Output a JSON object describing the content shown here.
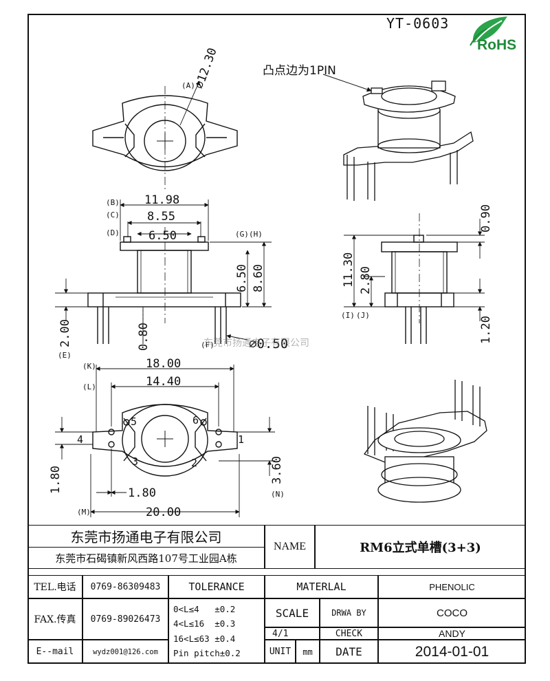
{
  "header": {
    "part_code": "YT-0603",
    "logo_text": "RoHS",
    "pin_note": "凸点边为1PIN",
    "watermark": "东莞市扬通电子有限公司"
  },
  "drawing": {
    "dims": {
      "a": "⌀12.30",
      "b": "11.98",
      "c": "8.55",
      "d": "6.50",
      "g": "6.50",
      "h": "8.60",
      "e": "2.00",
      "f": "0.80",
      "pin_dia": "⌀0.50",
      "k": "18.00",
      "l": "14.40",
      "m": "20.00",
      "n": "3.60",
      "o": "1.80",
      "p": "1.80",
      "side_top": "0.90",
      "side_total": "11.30",
      "side_mid": "2.80",
      "side_bottom": "1.20"
    },
    "letters": {
      "a": "(A)",
      "b": "(B)",
      "c": "(C)",
      "d": "(D)",
      "e": "(E)",
      "f": "(F)",
      "g": "(G)",
      "h": "(H)",
      "i": "(I)",
      "j": "(J)",
      "k": "(K)",
      "l": "(L)",
      "m": "(M)",
      "n": "(N)"
    },
    "pin_numbers": [
      "1",
      "2",
      "3",
      "4",
      "5",
      "6"
    ]
  },
  "title_block": {
    "company_name": "东莞市扬通电子有限公司",
    "company_address": "东莞市石碣镇新风西路107号工业园A栋",
    "name_label": "NAME",
    "name_value": "RM6立式单槽(3+3)",
    "tel_label": "TEL.电话",
    "tel_value": "0769-86309483",
    "fax_label": "FAX.传真",
    "fax_value": "0769-89026473",
    "email_label": "E--mail",
    "email_value": "wydz001@126.com",
    "tolerance_label": "TOLERANCE",
    "tolerance_rows": [
      "0<L≤4   ±0.2",
      "4<L≤16  ±0.3",
      "16<L≤63 ±0.4",
      "Pin pitch±0.2"
    ],
    "material_label": "MATERLAL",
    "material_value": "PHENOLIC",
    "scale_label": "SCALE",
    "scale_value": "4/1",
    "drawn_label": "DRWA BY",
    "drawn_value": "COCO",
    "check_label": "CHECK",
    "check_value": "ANDY",
    "unit_label": "UNIT",
    "unit_value": "mm",
    "date_label": "DATE",
    "date_value": "2014-01-01"
  }
}
